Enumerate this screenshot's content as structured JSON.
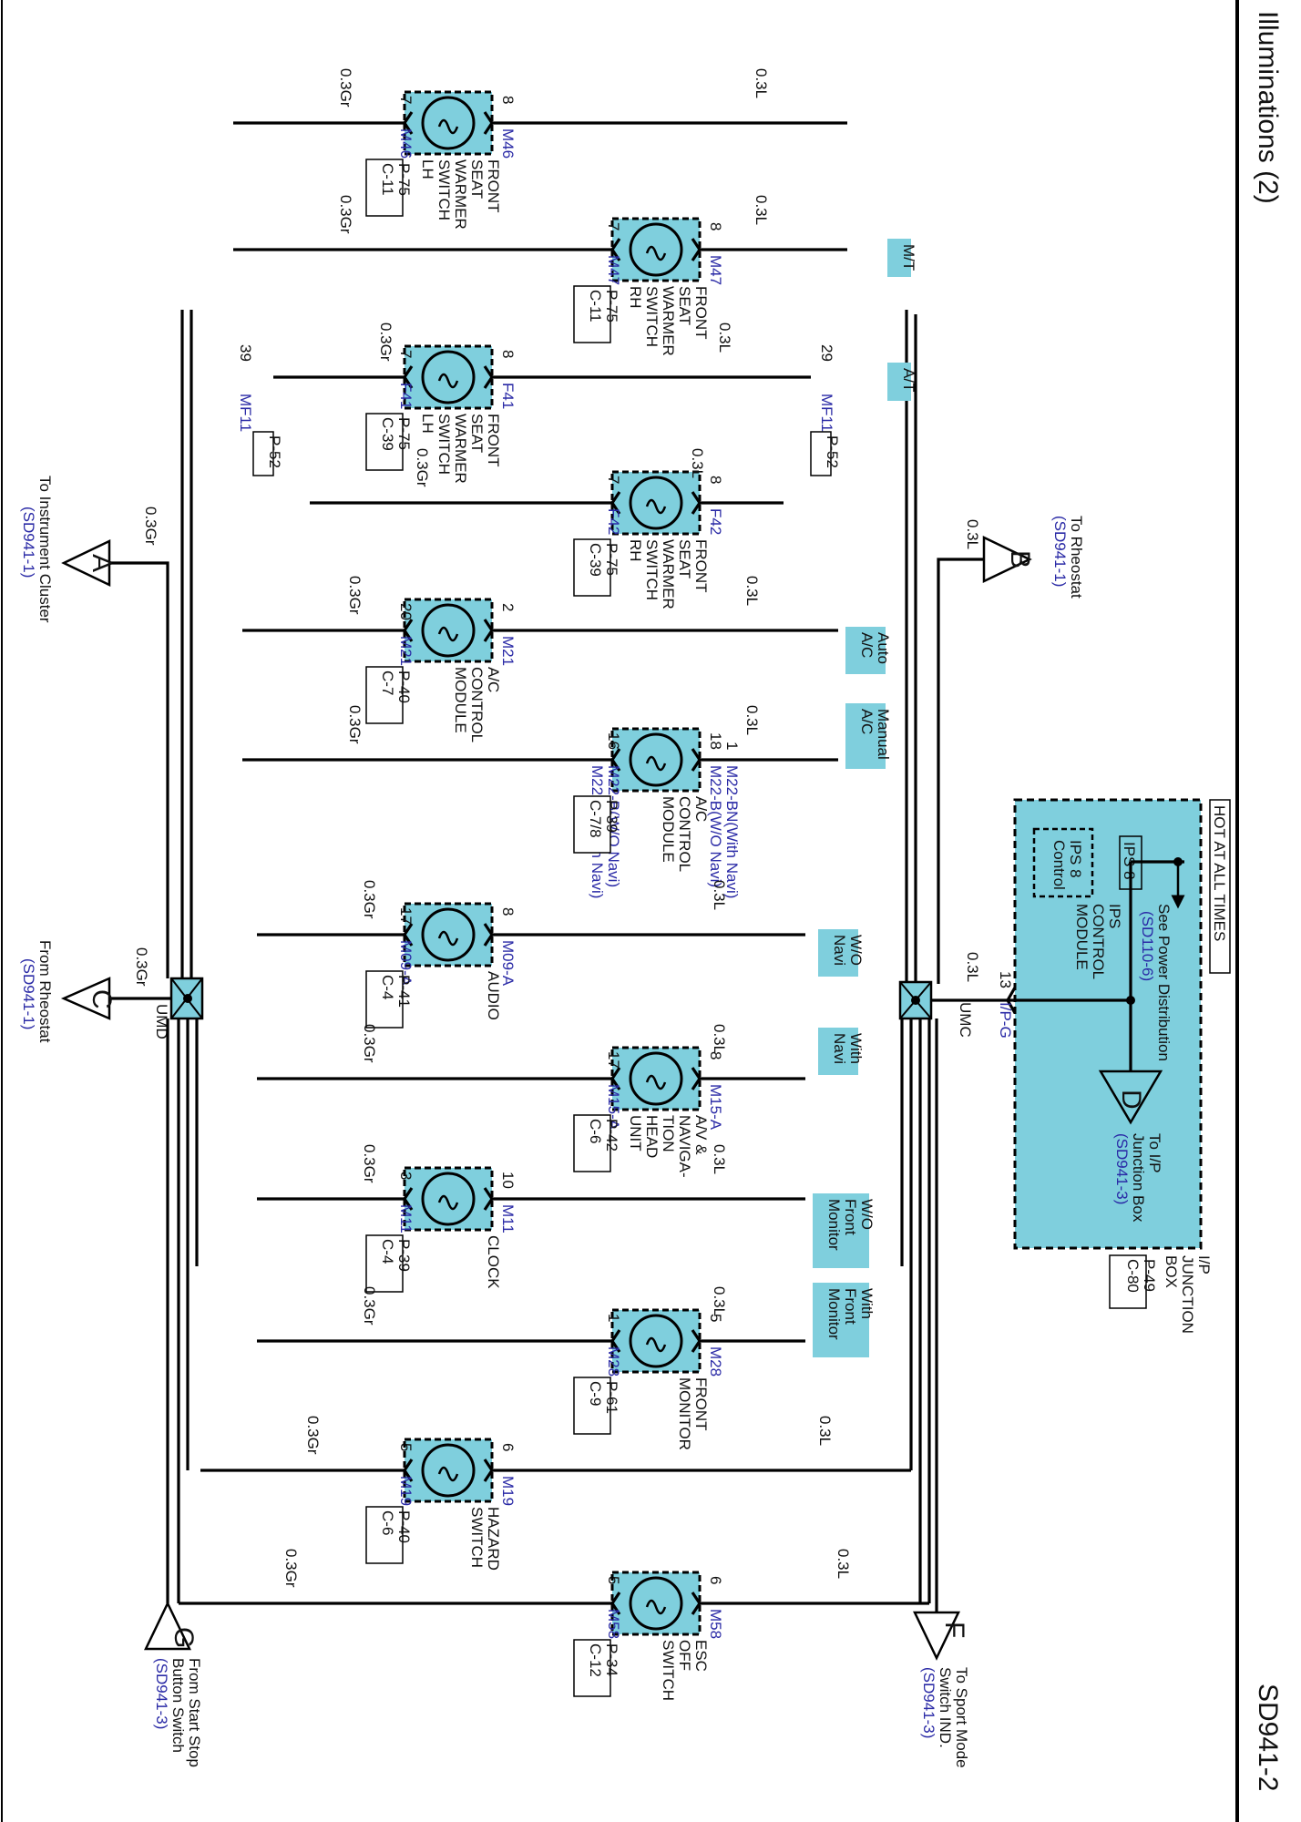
{
  "page": {
    "title": "Illuminations (2)",
    "code": "SD941-2"
  },
  "colors": {
    "component_fill": "#7fcfdd",
    "wire": "#000000",
    "reference_text": "#2a2aa6"
  },
  "wire_labels": {
    "ground": "0.3Gr",
    "supply": "0.3L"
  },
  "joints": {
    "left": "UMD",
    "right": "UMC"
  },
  "components": [
    {
      "id": "M46",
      "pin_g": "7",
      "pin_l": "8",
      "conn_g": "M46",
      "conn_l": "M46",
      "page": "P-75",
      "code": "C-11",
      "name": [
        "FRONT",
        "SEAT",
        "WARMER",
        "SWITCH",
        "LH"
      ]
    },
    {
      "id": "M47",
      "pin_g": "7",
      "pin_l": "8",
      "conn_g": "M47",
      "conn_l": "M47",
      "page": "P-75",
      "code": "C-11",
      "name": [
        "FRONT",
        "SEAT",
        "WARMER",
        "SWITCH",
        "RH"
      ]
    },
    {
      "id": "F41",
      "pin_g": "7",
      "pin_l": "8",
      "conn_g": "F41",
      "conn_l": "F41",
      "page": "P-75",
      "code": "C-39",
      "name": [
        "FRONT",
        "SEAT",
        "WARMER",
        "SWITCH",
        "LH"
      ]
    },
    {
      "id": "F42",
      "pin_g": "7",
      "pin_l": "8",
      "conn_g": "F42",
      "conn_l": "F42",
      "page": "P-75",
      "code": "C-39",
      "name": [
        "FRONT",
        "SEAT",
        "WARMER",
        "SWITCH",
        "RH"
      ]
    },
    {
      "id": "M21",
      "pin_g": "20",
      "pin_l": "2",
      "conn_g": "M21",
      "conn_l": "M21",
      "page": "P-40",
      "code": "C-7",
      "name": [
        "A/C",
        "CONTROL",
        "MODULE"
      ]
    },
    {
      "id": "M22",
      "pin_g": "16",
      "pin_l": "18",
      "pin_l2": "1",
      "pin_g2": "16",
      "conn_g": "M22-B(W/O Navi)",
      "conn_g2": "M22-BN(With Navi)",
      "conn_l": "M22-B(W/O Navi)",
      "conn_l2": "M22-BN(With Navi)",
      "page": "P-39",
      "code": "C-7/8",
      "name": [
        "A/C",
        "CONTROL",
        "MODULE"
      ]
    },
    {
      "id": "M09",
      "pin_g": "17",
      "pin_l": "8",
      "conn_g": "M09-A",
      "conn_l": "M09-A",
      "page": "P-41",
      "code": "C-4",
      "name": [
        "AUDIO"
      ]
    },
    {
      "id": "M15",
      "pin_g": "17",
      "pin_l": "8",
      "conn_g": "M15-A",
      "conn_l": "M15-A",
      "page": "P-42",
      "code": "C-6",
      "name": [
        "A/V &",
        "NAVIGA-",
        "TION",
        "HEAD",
        "UNIT"
      ]
    },
    {
      "id": "M11",
      "pin_g": "3",
      "pin_l": "10",
      "conn_g": "M11",
      "conn_l": "M11",
      "page": "P-39",
      "code": "C-4",
      "name": [
        "CLOCK"
      ]
    },
    {
      "id": "M28",
      "pin_g": "1",
      "pin_l": "5",
      "conn_g": "M28",
      "conn_l": "M28",
      "page": "P-61",
      "code": "C-9",
      "name": [
        "FRONT",
        "MONITOR"
      ]
    },
    {
      "id": "M19",
      "pin_g": "5",
      "pin_l": "6",
      "conn_g": "M19",
      "conn_l": "M19",
      "page": "P-40",
      "code": "C-6",
      "name": [
        "HAZARD",
        "SWITCH"
      ]
    },
    {
      "id": "M58",
      "pin_g": "5",
      "pin_l": "6",
      "conn_g": "M58",
      "conn_l": "M58",
      "page": "P-34",
      "code": "C-12",
      "name": [
        "ESC",
        "OFF",
        "SWITCH"
      ]
    }
  ],
  "options": {
    "mt": "M/T",
    "at": "A/T",
    "auto_ac": [
      "Auto",
      "A/C"
    ],
    "manual_ac": [
      "Manual",
      "A/C"
    ],
    "wo_navi": [
      "W/O",
      "Navi"
    ],
    "with_navi": [
      "With",
      "Navi"
    ],
    "wo_monitor": [
      "W/O",
      "Front",
      "Monitor"
    ],
    "with_monitor": [
      "With",
      "Front",
      "Monitor"
    ]
  },
  "mf11": {
    "conn": "MF11",
    "page": "P-52",
    "pin_g": "39",
    "pin_l": "29"
  },
  "junction_box": {
    "hot_label": "HOT AT ALL TIMES",
    "see_power": "See Power Distribution",
    "see_power_ref": "(SD110-6)",
    "ips_label": "IPS 8",
    "ips_control": [
      "IPS 8",
      "Control"
    ],
    "ips_module": [
      "IPS",
      "CONTROL",
      "MODULE"
    ],
    "to_ip": [
      "To I/P",
      "Junction Box"
    ],
    "to_ip_ref": "(SD941-3)",
    "pin": "13",
    "conn": "I/P-G",
    "name": [
      "I/P",
      "JUNCTION",
      "BOX"
    ],
    "page": "P-49",
    "code": "C-80"
  },
  "refs": {
    "A": {
      "letter": "A",
      "text": [
        "To Instrument Cluster"
      ],
      "ref": "(SD941-1)"
    },
    "B": {
      "letter": "B",
      "text": [
        "To Rheostat"
      ],
      "ref": "(SD941-1)"
    },
    "C": {
      "letter": "C",
      "text": [
        "From Rheostat"
      ],
      "ref": "(SD941-1)"
    },
    "D": {
      "letter": "D"
    },
    "F": {
      "letter": "F",
      "text": [
        "To Sport Mode",
        "Switch IND."
      ],
      "ref": "(SD941-3)"
    },
    "G": {
      "letter": "G",
      "text": [
        "From Start Stop",
        "Button Switch"
      ],
      "ref": "(SD941-3)"
    }
  }
}
